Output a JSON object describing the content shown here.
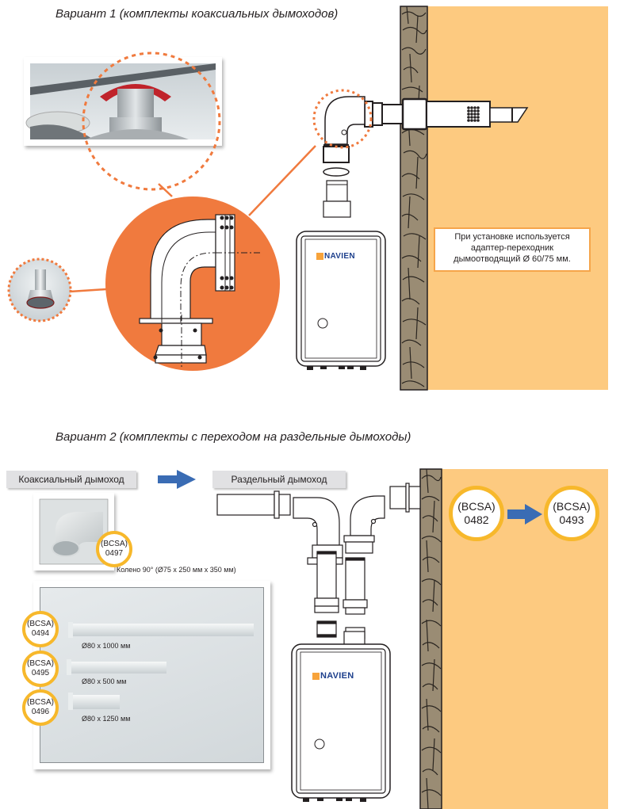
{
  "section1": {
    "title": "Вариант 1 (комплекты коаксиальных дымоходов)",
    "note": "При установке используется адаптер-переходник дымоотводящий Ø 60/75 мм.",
    "brand": "NAVIEN",
    "icons": [
      "roof-photo",
      "adapter-photo",
      "elbow-detail-drawing",
      "coaxial-elbow",
      "boiler",
      "wall",
      "terminal-grille"
    ]
  },
  "section2": {
    "title": "Вариант 2 (комплекты с переходом на раздельные дымоходы)",
    "from_label": "Коаксиальный дымоход",
    "to_label": "Раздельный дымоход",
    "elbow": {
      "badge_prefix": "(BCSA)",
      "code": "0497",
      "caption": "Колено 90° (Ø75 х 250 мм х 350 мм)"
    },
    "pipes": [
      {
        "badge_prefix": "(BCSA)",
        "code": "0494",
        "caption": "Ø80 х 1000 мм"
      },
      {
        "badge_prefix": "(BCSA)",
        "code": "0495",
        "caption": "Ø80 х 500 мм"
      },
      {
        "badge_prefix": "(BCSA)",
        "code": "0496",
        "caption": "Ø80 х 1250 мм"
      }
    ],
    "conversion": {
      "from": {
        "badge_prefix": "(BCSA)",
        "code": "0482"
      },
      "to": {
        "badge_prefix": "(BCSA)",
        "code": "0493"
      }
    },
    "brand": "NAVIEN"
  },
  "colors": {
    "orange": "#f07a3e",
    "wall": "#fdca80",
    "stone": "#9a8c74",
    "badge_ring": "#f7b82b",
    "arrow_blue": "#3a6cb4",
    "label_bg": "#e1e1e3"
  }
}
